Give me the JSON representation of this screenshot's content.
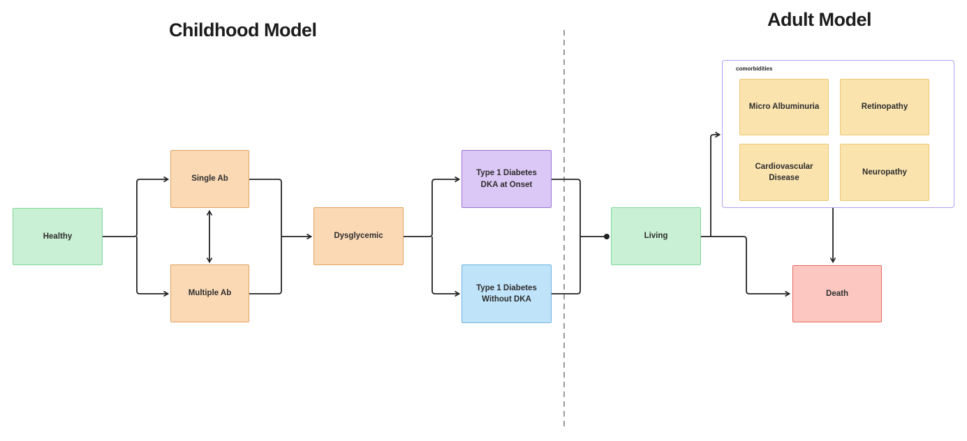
{
  "titles": {
    "childhood": "Childhood Model",
    "adult": "Adult Model"
  },
  "nodes": {
    "healthy": {
      "label": "Healthy"
    },
    "single_ab": {
      "label": "Single Ab"
    },
    "multiple_ab": {
      "label": "Multiple Ab"
    },
    "dysglycemic": {
      "label": "Dysglycemic"
    },
    "t1d_dka_at_onset": {
      "line1": "Type 1 Diabetes",
      "line2": "DKA at Onset"
    },
    "t1d_without_dka": {
      "line1": "Type 1 Diabetes",
      "line2": "Without DKA"
    },
    "living": {
      "label": "Living"
    },
    "death": {
      "label": "Death"
    }
  },
  "comorbidities": {
    "title": "comorbidities",
    "items": {
      "micro_albuminuria": {
        "label": "Micro Albuminuria"
      },
      "retinopathy": {
        "label": "Retinopathy"
      },
      "cardiovascular_disease": {
        "label": "Cardiovascular Disease"
      },
      "neuropathy": {
        "label": "Neuropathy"
      }
    }
  },
  "colors": {
    "green_fill": "#C9F0D4",
    "green_border": "#82D69C",
    "orange_fill": "#FBD9B5",
    "orange_border": "#E2A05F",
    "purple_fill": "#DCC8F6",
    "purple_border": "#9674D4",
    "blue_fill": "#BFE3F9",
    "blue_border": "#6CB2E2",
    "yellow_fill": "#FBE3AE",
    "yellow_border": "#ECC873",
    "red_fill": "#FBC7C0",
    "red_border": "#E4695E",
    "container_border": "#B29EF0",
    "connector": "#222222",
    "divider": "#999999"
  }
}
